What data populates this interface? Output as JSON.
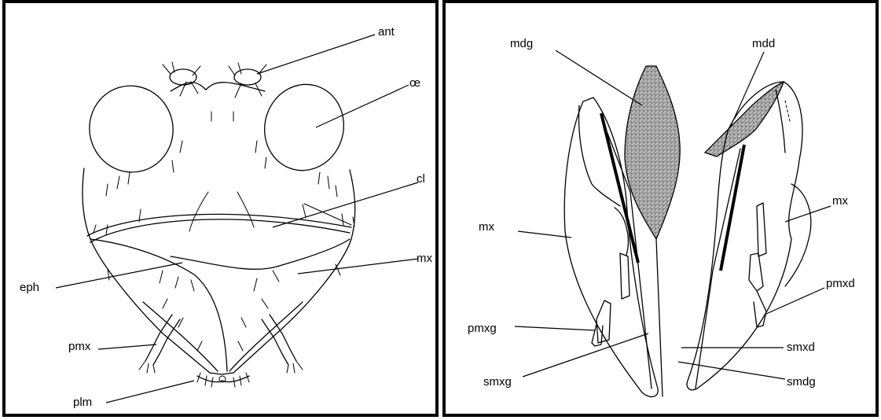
{
  "left_figure": {
    "labels": {
      "ant": "ant",
      "oe": "œ",
      "cl": "cl",
      "mx": "mx",
      "eph": "eph",
      "pmx": "pmx",
      "plm": "plm"
    }
  },
  "right_figure": {
    "labels": {
      "mdg": "mdg",
      "mdd": "mdd",
      "mx_left": "mx",
      "mx_right": "mx",
      "pmxd": "pmxd",
      "pmxg": "pmxg",
      "smxd": "smxd",
      "smxg": "smxg",
      "smdg": "smdg"
    }
  }
}
